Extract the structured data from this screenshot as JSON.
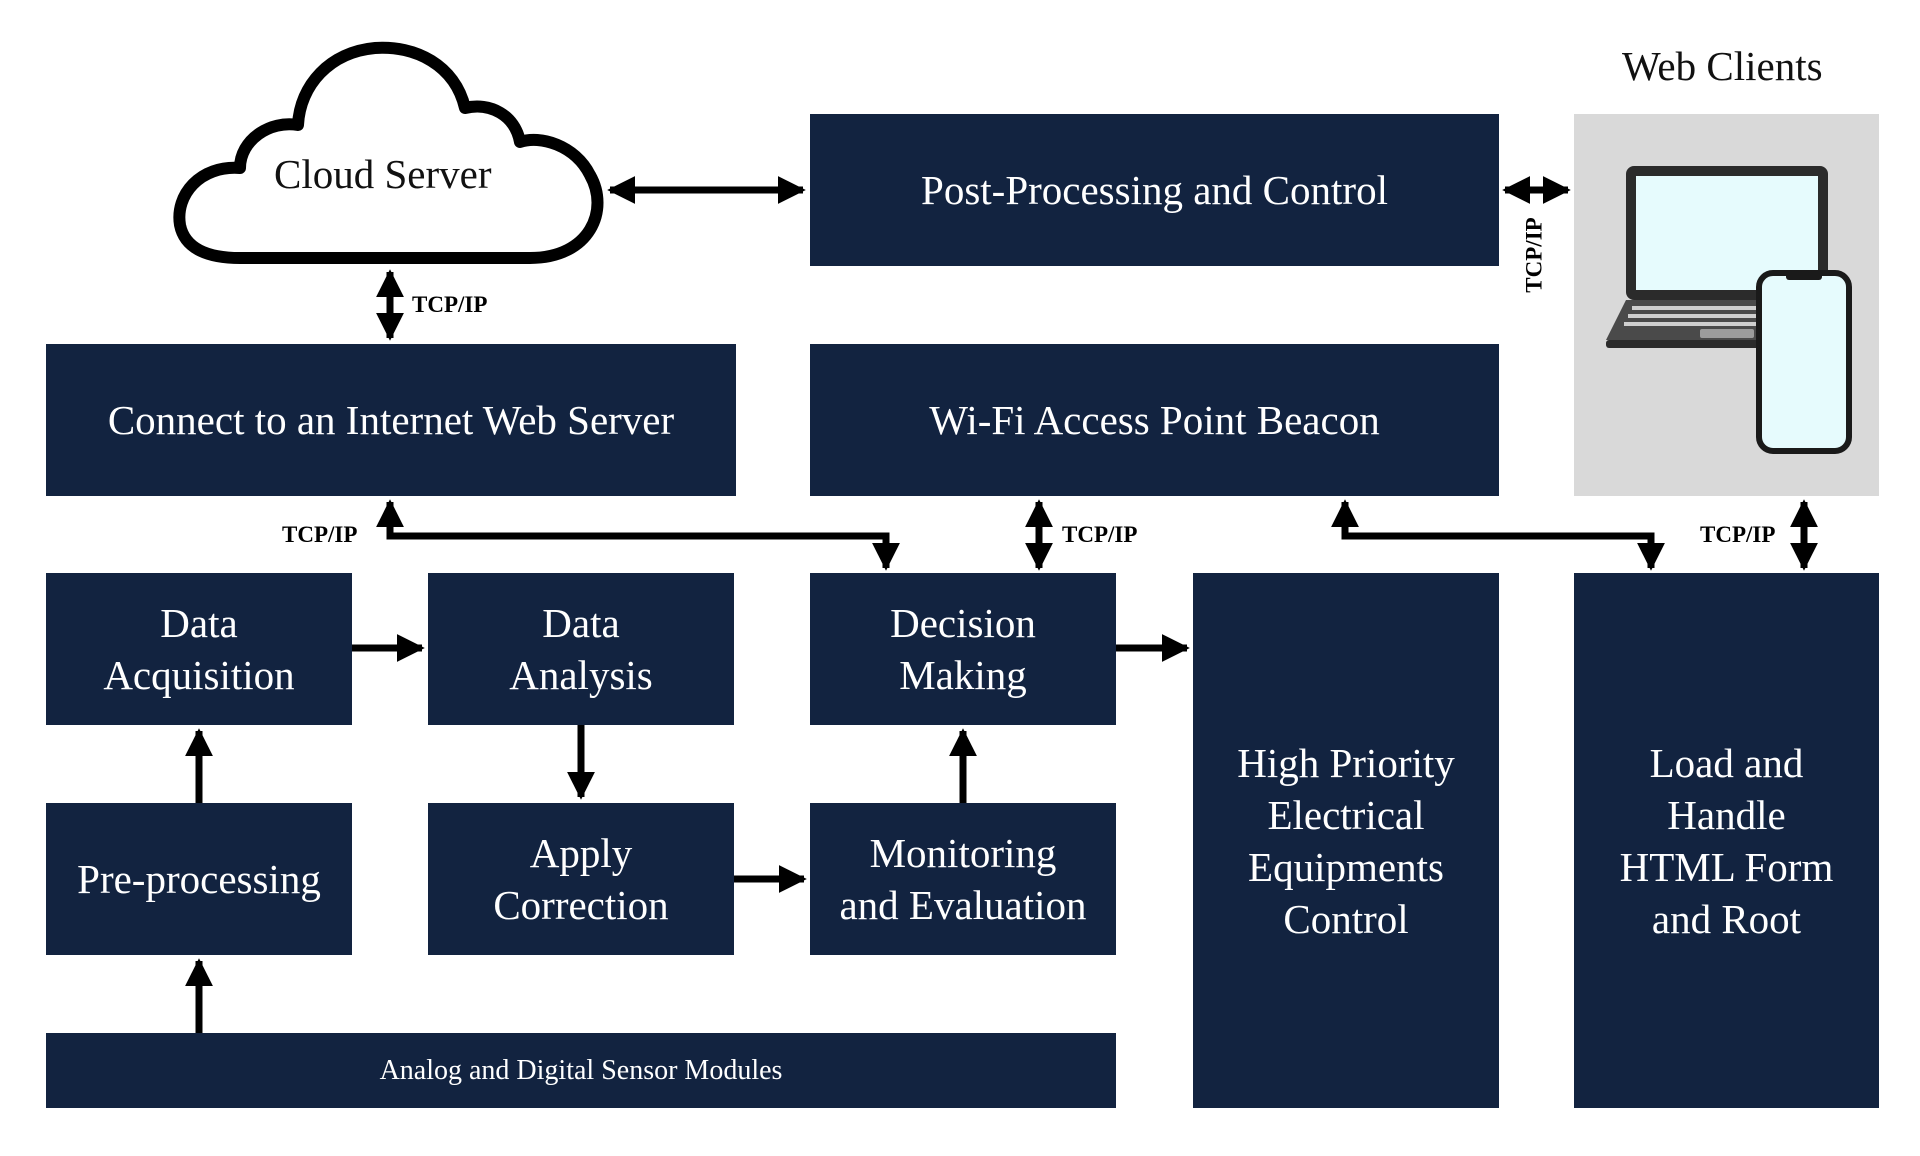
{
  "cloud": {
    "label": "Cloud Server"
  },
  "web_clients": {
    "title": "Web Clients"
  },
  "boxes": {
    "post_processing": "Post-Processing and Control",
    "connect_web_server": "Connect to an Internet Web Server",
    "wifi_beacon": "Wi-Fi Access Point Beacon",
    "data_acquisition": "Data\nAcquisition",
    "data_analysis": "Data\nAnalysis",
    "decision_making": "Decision\nMaking",
    "high_priority": "High Priority\nElectrical\nEquipments\nControl",
    "load_handle": "Load and\nHandle\nHTML Form\nand Root",
    "pre_processing": "Pre-processing",
    "apply_correction": "Apply\nCorrection",
    "monitoring": "Monitoring\nand Evaluation",
    "sensor_modules": "Analog and Digital Sensor Modules"
  },
  "labels": {
    "tcp_cloud": "TCP/IP",
    "tcp_connect": "TCP/IP",
    "tcp_wifi": "TCP/IP",
    "tcp_clients": "TCP/IP",
    "tcp_vertical": "TCP/IP"
  },
  "colors": {
    "box": "#122340",
    "panel": "#d9d9d9",
    "screen": "#e6fbfd"
  },
  "icons": [
    "cloud-icon",
    "laptop-icon",
    "smartphone-icon"
  ]
}
